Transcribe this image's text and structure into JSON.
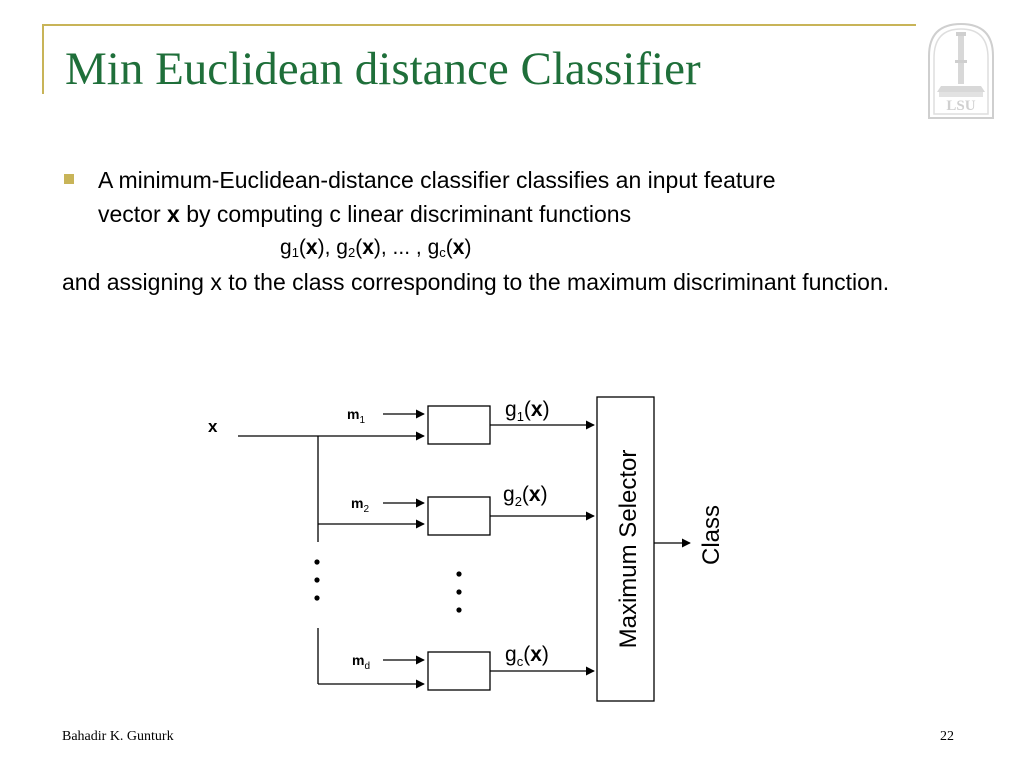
{
  "slide": {
    "title": "Min Euclidean distance Classifier",
    "logo_text": "LSU",
    "bullet": {
      "line1": "A minimum-Euclidean-distance classifier classifies an input feature",
      "line2_pre": "vector ",
      "line2_bold": "x",
      "line2_post": " by computing c linear discriminant functions"
    },
    "formula": {
      "g": "g",
      "sub1": "1",
      "sub2": "2",
      "subc": "c",
      "x": "x",
      "ellipsis": ", ... , "
    },
    "closing": "and assigning x to the class corresponding to the maximum discriminant function."
  },
  "diagram": {
    "input_label": "x",
    "m_labels": [
      {
        "base": "m",
        "sub": "1"
      },
      {
        "base": "m",
        "sub": "2"
      },
      {
        "base": "m",
        "sub": "d"
      }
    ],
    "g_labels": [
      {
        "base": "g",
        "sub": "1",
        "arg": "x"
      },
      {
        "base": "g",
        "sub": "2",
        "arg": "x"
      },
      {
        "base": "g",
        "sub": "c",
        "arg": "x"
      }
    ],
    "selector_label": "Maximum Selector",
    "output_label": "Class"
  },
  "footer": {
    "author": "Bahadir K. Gunturk",
    "page": "22"
  },
  "colors": {
    "title_green": "#1f6f3a",
    "accent_gold": "#c8b458"
  }
}
